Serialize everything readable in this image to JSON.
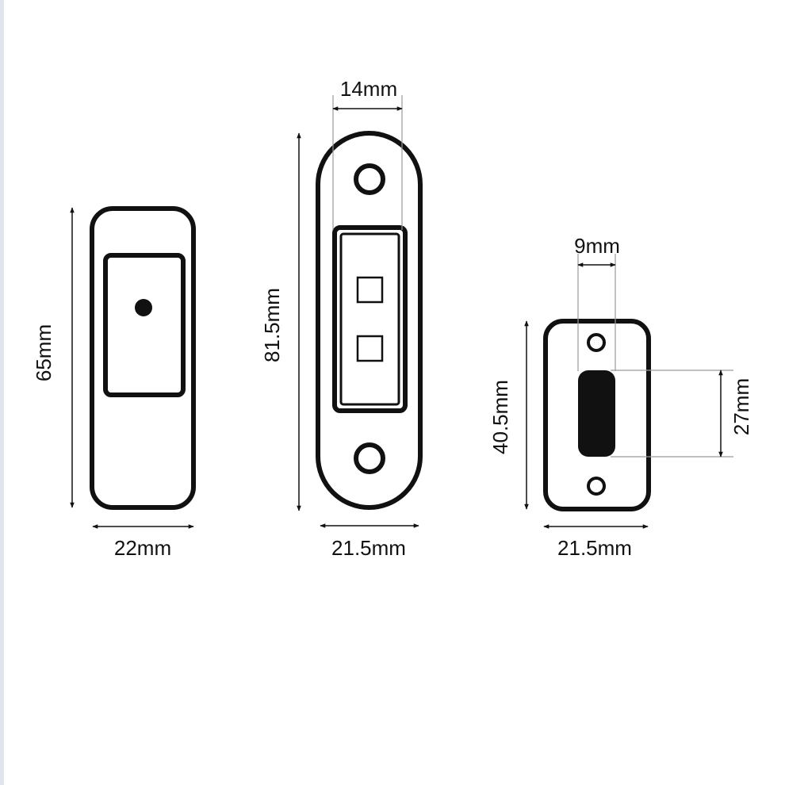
{
  "colors": {
    "outline": "#111111",
    "dimension": "#111111",
    "guide": "#9a9a9a",
    "edge_rule": "#dfe5ea"
  },
  "dimensions": {
    "part1_height": "65mm",
    "part1_width": "22mm",
    "part2_height": "81.5mm",
    "part2_width": "21.5mm",
    "part2_slot_width": "14mm",
    "part3_height": "40.5mm",
    "part3_width": "21.5mm",
    "part3_slot_width": "9mm",
    "part3_slot_height": "27mm"
  }
}
